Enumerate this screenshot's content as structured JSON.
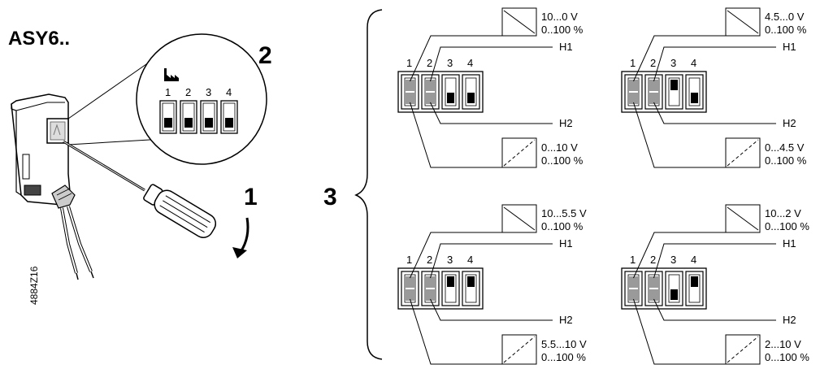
{
  "product": "ASY6..",
  "drawing_code": "4884Z16",
  "steps": {
    "one": "1",
    "two": "2",
    "three": "3"
  },
  "switch_numbers": [
    "1",
    "2",
    "3",
    "4"
  ],
  "outputs": {
    "h1": "H1",
    "h2": "H2"
  },
  "zoom_factory_switches": [
    "off",
    "off",
    "off",
    "off"
  ],
  "configs": [
    {
      "h1_range": "10...0 V",
      "h1_percent": "0..100 %",
      "h2_range": "0...10 V",
      "h2_percent": "0..100 %",
      "switches": [
        "on",
        "on",
        "off",
        "off"
      ]
    },
    {
      "h1_range": "4.5...0 V",
      "h1_percent": "0..100 %",
      "h2_range": "0...4.5 V",
      "h2_percent": "0..100 %",
      "switches": [
        "on",
        "on",
        "on",
        "off"
      ]
    },
    {
      "h1_range": "10...5.5 V",
      "h1_percent": "0..100 %",
      "h2_range": "5.5...10 V",
      "h2_percent": "0...100 %",
      "switches": [
        "on",
        "on",
        "on",
        "on"
      ]
    },
    {
      "h1_range": "10...2 V",
      "h1_percent": "0...100 %",
      "h2_range": "2...10 V",
      "h2_percent": "0...100 %",
      "switches": [
        "on",
        "on",
        "off",
        "on"
      ]
    }
  ]
}
